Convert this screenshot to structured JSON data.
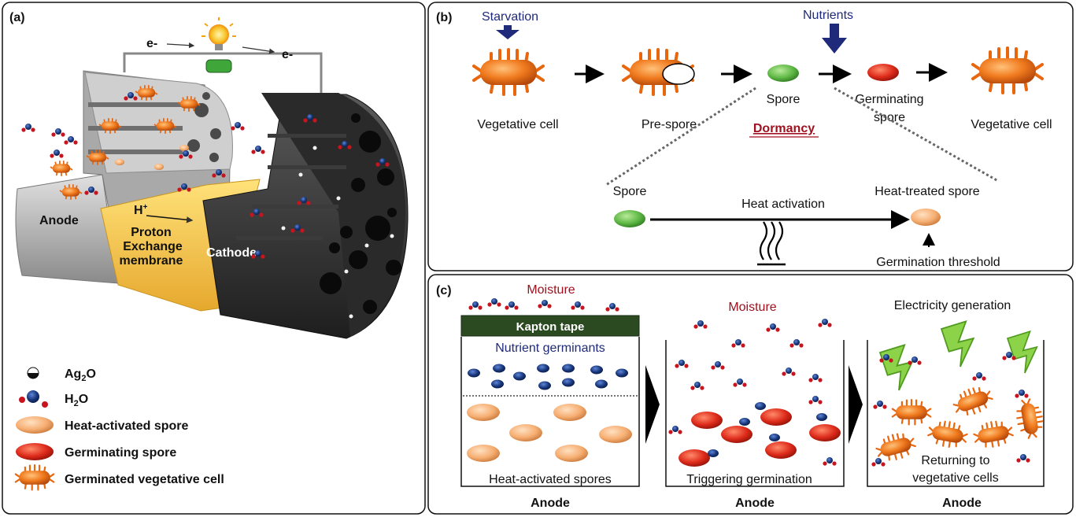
{
  "colors": {
    "navy": "#1f2a7a",
    "maroon": "#a0101e",
    "cell_orange": "#f07a1e",
    "spore_green": "#5fb845",
    "spore_red": "#dd2a1a",
    "spore_peach": "#f6ae72",
    "nutrient_blue": "#17357a",
    "kapton_green": "#2b4a22",
    "membrane_yellow": "#f2c24a",
    "bolt_green": "#8cd34a"
  },
  "panel_a": {
    "label": "(a)",
    "electron_left": "e-",
    "electron_right": "e-",
    "proton": "H",
    "proton_sup": "+",
    "anode": "Anode",
    "membrane_l1": "Proton",
    "membrane_l2": "Exchange",
    "membrane_l3": "membrane",
    "cathode": "Cathode",
    "legend": [
      {
        "icon": "ag2o",
        "label": "Ag",
        "sub": "2",
        "tail": "O"
      },
      {
        "icon": "h2o",
        "label": "H",
        "sub": "2",
        "tail": "O"
      },
      {
        "icon": "heat-activated-spore",
        "label": "Heat-activated spore"
      },
      {
        "icon": "germinating-spore",
        "label": "Germinating spore"
      },
      {
        "icon": "germinated-cell",
        "label": "Germinated vegetative cell"
      }
    ]
  },
  "panel_b": {
    "label": "(b)",
    "starvation": "Starvation",
    "nutrients": "Nutrients",
    "vegetative_cell_1": "Vegetative cell",
    "pre_spore": "Pre-spore",
    "spore": "Spore",
    "dormancy": "Dormancy",
    "germinating_l1": "Germinating",
    "germinating_l2": "spore",
    "vegetative_cell_2": "Vegetative cell",
    "zoom_spore": "Spore",
    "heat_activation": "Heat activation",
    "heat_treated_spore": "Heat-treated spore",
    "germination_threshold": "Germination threshold"
  },
  "panel_c": {
    "label": "(c)",
    "moisture_1": "Moisture",
    "kapton_tape": "Kapton tape",
    "nutrient_germinants": "Nutrient germinants",
    "heat_activated_spores": "Heat-activated spores",
    "anode_1": "Anode",
    "moisture_2": "Moisture",
    "triggering_germination": "Triggering germination",
    "anode_2": "Anode",
    "electricity_generation": "Electricity generation",
    "returning_l1": "Returning to",
    "returning_l2": "vegetative cells",
    "anode_3": "Anode"
  }
}
